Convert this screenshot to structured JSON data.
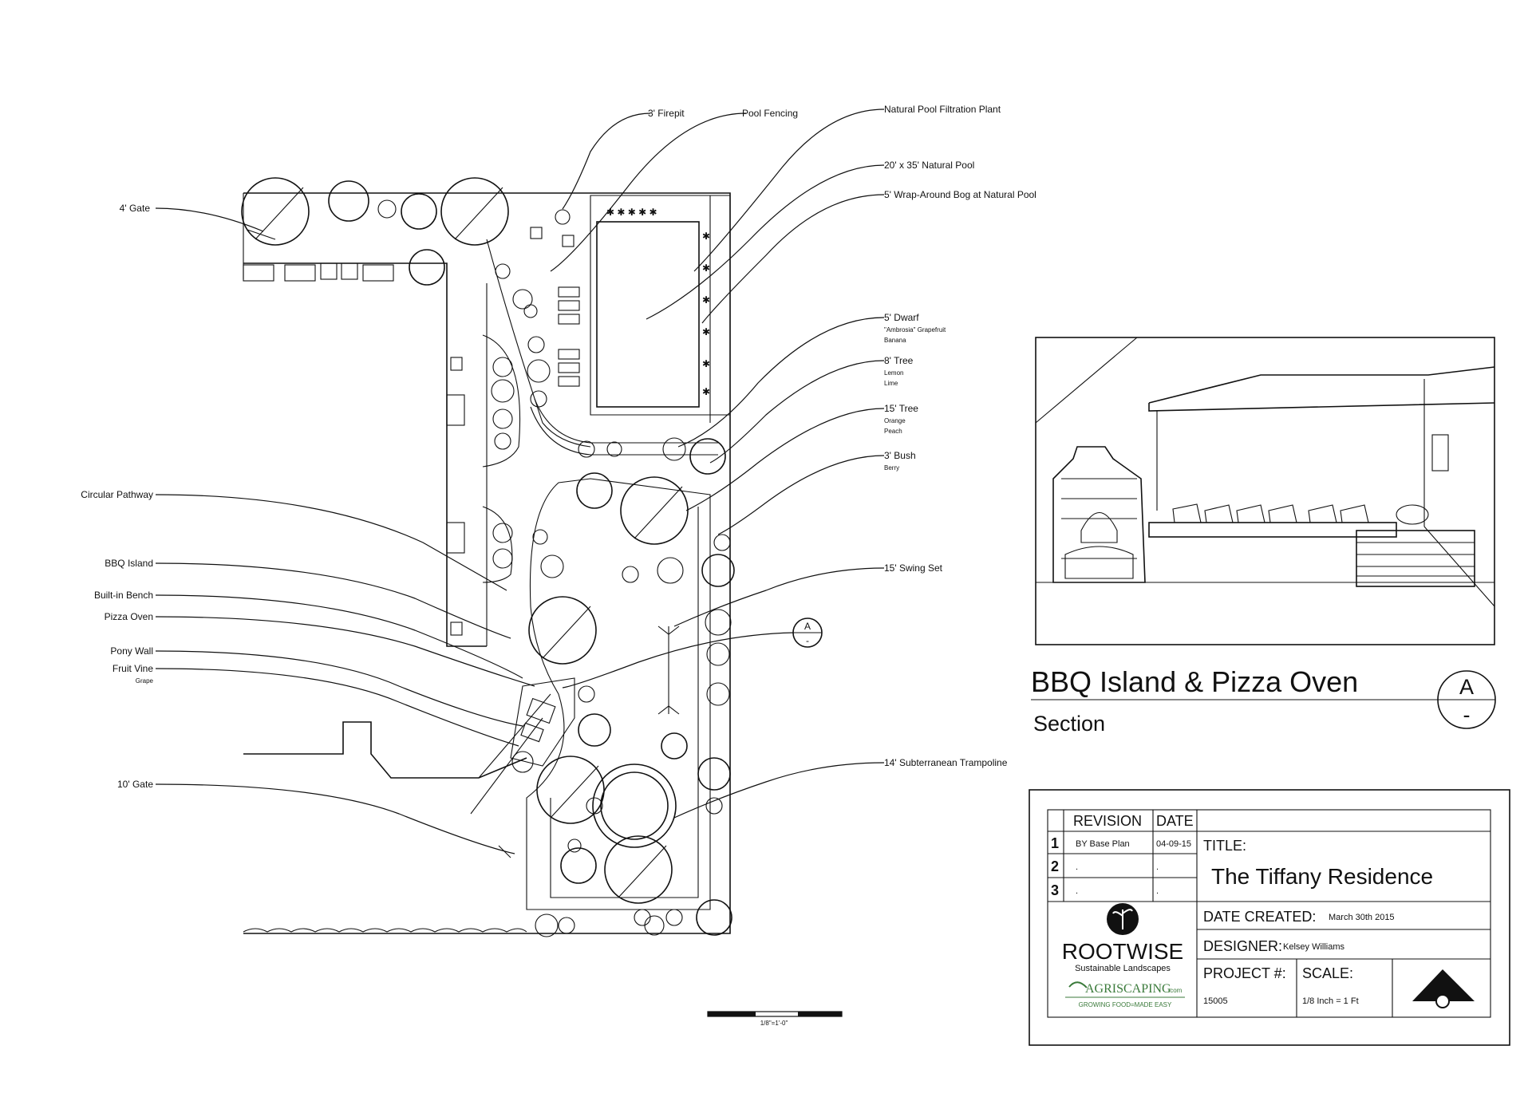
{
  "plan": {
    "labels_right": {
      "firepit": "3' Firepit",
      "pool_fencing": "Pool Fencing",
      "filtration": "Natural Pool Filtration Plant",
      "pool": "20' x 35' Natural Pool",
      "bog": "5' Wrap-Around Bog at Natural Pool",
      "dwarf": "5' Dwarf",
      "dwarf_sub1": "\"Ambrosia\" Grapefruit",
      "dwarf_sub2": "Banana",
      "tree8": "8' Tree",
      "tree8_sub1": "Lemon",
      "tree8_sub2": "Lime",
      "tree15": "15' Tree",
      "tree15_sub1": "Orange",
      "tree15_sub2": "Peach",
      "bush": "3' Bush",
      "bush_sub": "Berry",
      "swing": "15' Swing Set",
      "trampoline": "14' Subterranean Trampoline"
    },
    "labels_left": {
      "gate4": "4' Gate",
      "pathway": "Circular Pathway",
      "bbq": "BBQ Island",
      "bench": "Built-in Bench",
      "pizza": "Pizza Oven",
      "pony": "Pony Wall",
      "vine": "Fruit Vine",
      "vine_sub": "Grape",
      "gate10": "10' Gate"
    },
    "section_marker": {
      "letter": "A",
      "dash": "-"
    },
    "scale_bar_label": "1/8\"=1'-0\""
  },
  "section": {
    "title": "BBQ Island & Pizza Oven",
    "subtitle": "Section",
    "marker_letter": "A",
    "marker_dash": "-"
  },
  "titleblock": {
    "revision_header": "REVISION",
    "date_header": "DATE",
    "rows": [
      {
        "num": "1",
        "rev": "BY Base Plan",
        "date": "04-09-15"
      },
      {
        "num": "2",
        "rev": ".",
        "date": "."
      },
      {
        "num": "3",
        "rev": ".",
        "date": "."
      }
    ],
    "title_label": "TITLE:",
    "title_value": "The Tiffany Residence",
    "date_created_label": "DATE CREATED:",
    "date_created_value": "March 30th 2015",
    "designer_label": "DESIGNER:",
    "designer_value": "Kelsey Williams",
    "project_label": "PROJECT #:",
    "project_value": "15005",
    "scale_label": "SCALE:",
    "scale_value": "1/8 Inch = 1 Ft",
    "company": "ROOTWISE",
    "company_sub": "Sustainable Landscapes",
    "agri": "AGRISCAPING",
    "agri_dot": ".com",
    "agri_tag": "GROWING FOOD=MADE EASY"
  }
}
